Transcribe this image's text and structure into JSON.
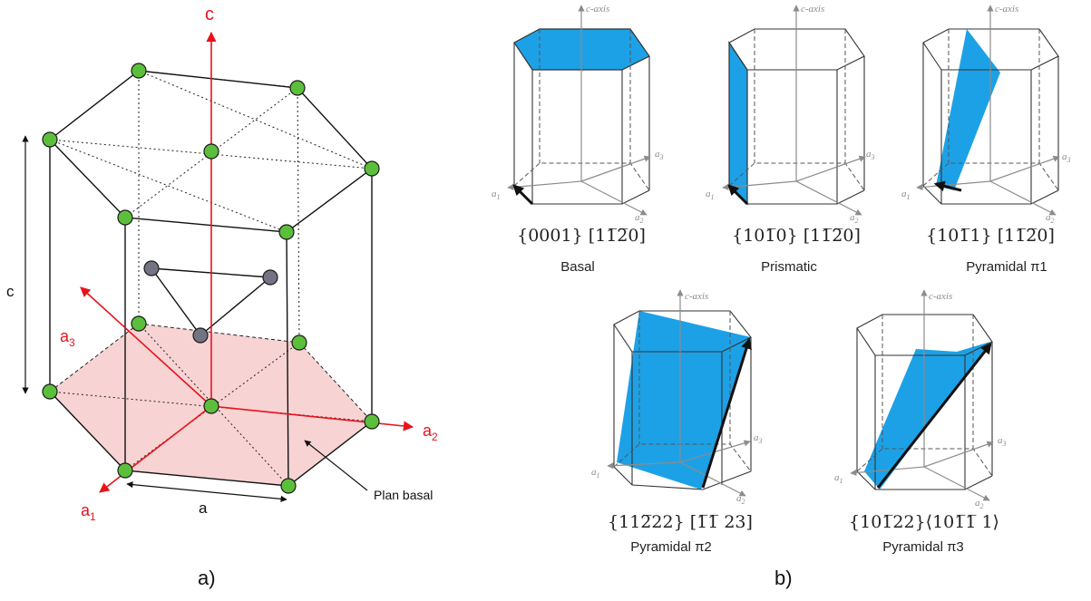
{
  "colors": {
    "red_axis": "#e8131b",
    "atom_green": "#5cbf3c",
    "atom_gray": "#737383",
    "basal_fill": "#f7d3d3",
    "plane_blue": "#1da1e6"
  },
  "panel_a": {
    "label": "a)",
    "axis_c": "c",
    "axis_a1": "a",
    "axis_a1_sub": "1",
    "axis_a2": "a",
    "axis_a2_sub": "2",
    "axis_a3": "a",
    "axis_a3_sub": "3",
    "dim_c": "c",
    "dim_a": "a",
    "basal_label": "Plan basal"
  },
  "panel_b": {
    "label": "b)",
    "systems": [
      {
        "miller": "{0001} [11̅2̅0]",
        "name": "Basal"
      },
      {
        "miller": "{101̅0} [11̅2̅0]",
        "name": "Prismatic"
      },
      {
        "miller": "{101̅1} [11̅2̅0]",
        "name": "Pyramidal π1"
      },
      {
        "miller": "{112̅22} [1̅1̅ 23]",
        "name": "Pyramidal π2"
      },
      {
        "miller": "{101̅22}⟨101̅1̅ 1⟩",
        "name": "Pyramidal π3"
      }
    ],
    "axis_c": "c-axis",
    "axis_a1": "a1",
    "axis_a2": "a2",
    "axis_a3": "a3"
  }
}
